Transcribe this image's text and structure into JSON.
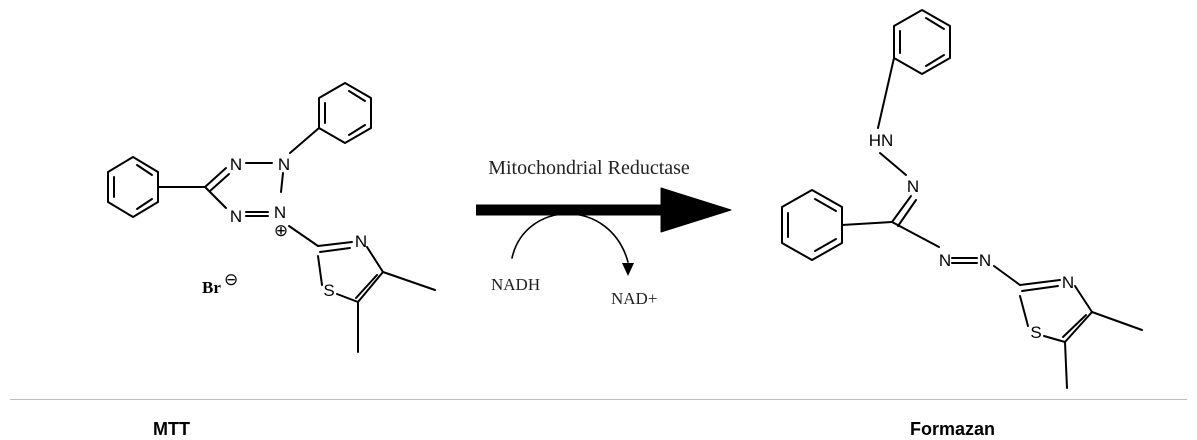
{
  "reaction": {
    "enzyme_label": "Mitochondrial Reductase",
    "cofactor_in": "NADH",
    "cofactor_out": "NAD+"
  },
  "reactant": {
    "name": "MTT",
    "atoms": {
      "n_top": "N",
      "n_right": "N",
      "n_left": "N",
      "n_bottom": "N",
      "plus_charge": "⊕",
      "counter_ion": "Br",
      "counter_charge": "⊖",
      "thiazole_n": "N",
      "thiazole_s": "S"
    }
  },
  "product": {
    "name": "Formazan",
    "atoms": {
      "hn": "HN",
      "n_imine": "N",
      "n_azo_left": "N",
      "n_azo_right": "N",
      "thiazole_n": "N",
      "thiazole_s": "S"
    }
  },
  "colors": {
    "ink": "#000000",
    "arrow": "#000000",
    "divider": "#bdbdbd"
  }
}
